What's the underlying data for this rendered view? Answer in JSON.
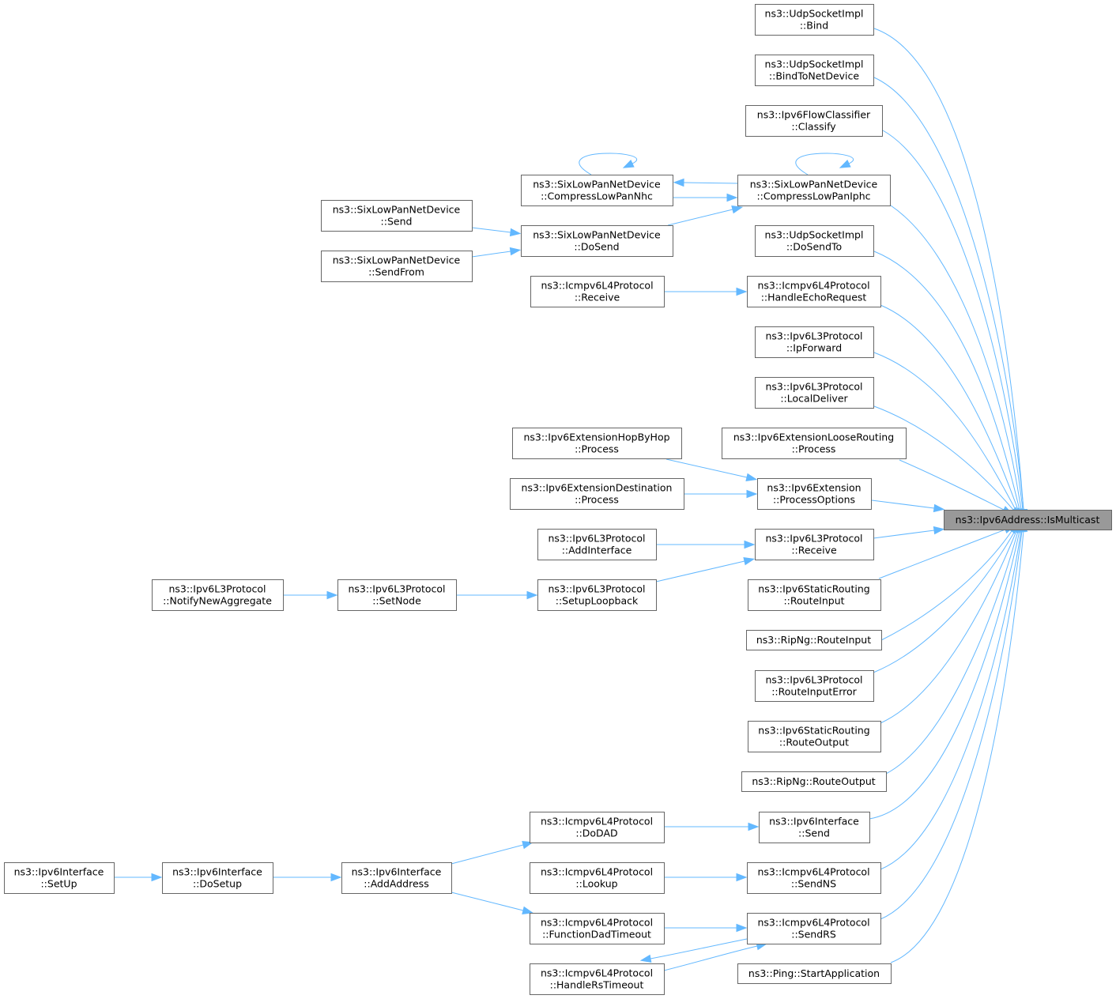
{
  "diagram": {
    "type": "caller-graph",
    "colors": {
      "edge": "#63b8ff",
      "node_border": "#666666",
      "target_fill": "#999999",
      "node_fill": "#ffffff"
    },
    "target": "ns3::Ipv6Address::IsMulticast",
    "nodes": [
      {
        "id": "target",
        "lines": [
          "ns3::Ipv6Address::IsMulticast"
        ]
      },
      {
        "id": "udp_bind",
        "lines": [
          "ns3::UdpSocketImpl",
          "::Bind"
        ]
      },
      {
        "id": "udp_bindtonet",
        "lines": [
          "ns3::UdpSocketImpl",
          "::BindToNetDevice"
        ]
      },
      {
        "id": "flow_classify",
        "lines": [
          "ns3::Ipv6FlowClassifier",
          "::Classify"
        ]
      },
      {
        "id": "compress_iphc",
        "lines": [
          "ns3::SixLowPanNetDevice",
          "::CompressLowPanIphc"
        ]
      },
      {
        "id": "compress_nhc",
        "lines": [
          "ns3::SixLowPanNetDevice",
          "::CompressLowPanNhc"
        ]
      },
      {
        "id": "sixlow_dosend",
        "lines": [
          "ns3::SixLowPanNetDevice",
          "::DoSend"
        ]
      },
      {
        "id": "sixlow_send",
        "lines": [
          "ns3::SixLowPanNetDevice",
          "::Send"
        ]
      },
      {
        "id": "sixlow_sendfrom",
        "lines": [
          "ns3::SixLowPanNetDevice",
          "::SendFrom"
        ]
      },
      {
        "id": "udp_dosendto",
        "lines": [
          "ns3::UdpSocketImpl",
          "::DoSendTo"
        ]
      },
      {
        "id": "icmp_echo",
        "lines": [
          "ns3::Icmpv6L4Protocol",
          "::HandleEchoRequest"
        ]
      },
      {
        "id": "icmp_receive",
        "lines": [
          "ns3::Icmpv6L4Protocol",
          "::Receive"
        ]
      },
      {
        "id": "l3_ipforward",
        "lines": [
          "ns3::Ipv6L3Protocol",
          "::IpForward"
        ]
      },
      {
        "id": "l3_localdeliver",
        "lines": [
          "ns3::Ipv6L3Protocol",
          "::LocalDeliver"
        ]
      },
      {
        "id": "ext_loose",
        "lines": [
          "ns3::Ipv6ExtensionLooseRouting",
          "::Process"
        ]
      },
      {
        "id": "ext_hop",
        "lines": [
          "ns3::Ipv6ExtensionHopByHop",
          "::Process"
        ]
      },
      {
        "id": "ext_dest",
        "lines": [
          "ns3::Ipv6ExtensionDestination",
          "::Process"
        ]
      },
      {
        "id": "ext_procopts",
        "lines": [
          "ns3::Ipv6Extension",
          "::ProcessOptions"
        ]
      },
      {
        "id": "l3_receive",
        "lines": [
          "ns3::Ipv6L3Protocol",
          "::Receive"
        ]
      },
      {
        "id": "l3_addif",
        "lines": [
          "ns3::Ipv6L3Protocol",
          "::AddInterface"
        ]
      },
      {
        "id": "l3_setuplo",
        "lines": [
          "ns3::Ipv6L3Protocol",
          "::SetupLoopback"
        ]
      },
      {
        "id": "l3_setnode",
        "lines": [
          "ns3::Ipv6L3Protocol",
          "::SetNode"
        ]
      },
      {
        "id": "l3_notify",
        "lines": [
          "ns3::Ipv6L3Protocol",
          "::NotifyNewAggregate"
        ]
      },
      {
        "id": "static_routein",
        "lines": [
          "ns3::Ipv6StaticRouting",
          "::RouteInput"
        ]
      },
      {
        "id": "ripng_routein",
        "lines": [
          "ns3::RipNg::RouteInput"
        ]
      },
      {
        "id": "l3_routeinerr",
        "lines": [
          "ns3::Ipv6L3Protocol",
          "::RouteInputError"
        ]
      },
      {
        "id": "static_routeout",
        "lines": [
          "ns3::Ipv6StaticRouting",
          "::RouteOutput"
        ]
      },
      {
        "id": "ripng_routeout",
        "lines": [
          "ns3::RipNg::RouteOutput"
        ]
      },
      {
        "id": "if_send",
        "lines": [
          "ns3::Ipv6Interface",
          "::Send"
        ]
      },
      {
        "id": "icmp_dodad",
        "lines": [
          "ns3::Icmpv6L4Protocol",
          "::DoDAD"
        ]
      },
      {
        "id": "icmp_sendns",
        "lines": [
          "ns3::Icmpv6L4Protocol",
          "::SendNS"
        ]
      },
      {
        "id": "icmp_lookup",
        "lines": [
          "ns3::Icmpv6L4Protocol",
          "::Lookup"
        ]
      },
      {
        "id": "icmp_sendrs",
        "lines": [
          "ns3::Icmpv6L4Protocol",
          "::SendRS"
        ]
      },
      {
        "id": "icmp_funcdad",
        "lines": [
          "ns3::Icmpv6L4Protocol",
          "::FunctionDadTimeout"
        ]
      },
      {
        "id": "icmp_rstimeout",
        "lines": [
          "ns3::Icmpv6L4Protocol",
          "::HandleRsTimeout"
        ]
      },
      {
        "id": "ping_start",
        "lines": [
          "ns3::Ping::StartApplication"
        ]
      },
      {
        "id": "if_addaddr",
        "lines": [
          "ns3::Ipv6Interface",
          "::AddAddress"
        ]
      },
      {
        "id": "if_dosetup",
        "lines": [
          "ns3::Ipv6Interface",
          "::DoSetup"
        ]
      },
      {
        "id": "if_setup",
        "lines": [
          "ns3::Ipv6Interface",
          "::SetUp"
        ]
      }
    ],
    "edges": [
      {
        "from": "udp_bind",
        "to": "target"
      },
      {
        "from": "udp_bindtonet",
        "to": "target"
      },
      {
        "from": "flow_classify",
        "to": "target"
      },
      {
        "from": "compress_iphc",
        "to": "target"
      },
      {
        "from": "compress_iphc",
        "to": "compress_iphc"
      },
      {
        "from": "compress_iphc",
        "to": "compress_nhc"
      },
      {
        "from": "compress_nhc",
        "to": "compress_iphc"
      },
      {
        "from": "compress_nhc",
        "to": "compress_nhc"
      },
      {
        "from": "sixlow_dosend",
        "to": "compress_iphc"
      },
      {
        "from": "sixlow_send",
        "to": "sixlow_dosend"
      },
      {
        "from": "sixlow_sendfrom",
        "to": "sixlow_dosend"
      },
      {
        "from": "udp_dosendto",
        "to": "target"
      },
      {
        "from": "icmp_echo",
        "to": "target"
      },
      {
        "from": "icmp_receive",
        "to": "icmp_echo"
      },
      {
        "from": "l3_ipforward",
        "to": "target"
      },
      {
        "from": "l3_localdeliver",
        "to": "target"
      },
      {
        "from": "ext_loose",
        "to": "target"
      },
      {
        "from": "ext_procopts",
        "to": "target"
      },
      {
        "from": "ext_hop",
        "to": "ext_procopts"
      },
      {
        "from": "ext_dest",
        "to": "ext_procopts"
      },
      {
        "from": "l3_receive",
        "to": "target"
      },
      {
        "from": "l3_addif",
        "to": "l3_receive"
      },
      {
        "from": "l3_setuplo",
        "to": "l3_receive"
      },
      {
        "from": "l3_setnode",
        "to": "l3_setuplo"
      },
      {
        "from": "l3_notify",
        "to": "l3_setnode"
      },
      {
        "from": "static_routein",
        "to": "target"
      },
      {
        "from": "ripng_routein",
        "to": "target"
      },
      {
        "from": "l3_routeinerr",
        "to": "target"
      },
      {
        "from": "static_routeout",
        "to": "target"
      },
      {
        "from": "ripng_routeout",
        "to": "target"
      },
      {
        "from": "if_send",
        "to": "target"
      },
      {
        "from": "icmp_dodad",
        "to": "if_send"
      },
      {
        "from": "icmp_sendns",
        "to": "target"
      },
      {
        "from": "icmp_lookup",
        "to": "icmp_sendns"
      },
      {
        "from": "icmp_sendrs",
        "to": "target"
      },
      {
        "from": "icmp_funcdad",
        "to": "icmp_sendrs"
      },
      {
        "from": "icmp_rstimeout",
        "to": "icmp_sendrs"
      },
      {
        "from": "icmp_sendrs",
        "to": "icmp_rstimeout"
      },
      {
        "from": "ping_start",
        "to": "target"
      },
      {
        "from": "if_addaddr",
        "to": "icmp_dodad"
      },
      {
        "from": "if_addaddr",
        "to": "icmp_funcdad"
      },
      {
        "from": "if_dosetup",
        "to": "if_addaddr"
      },
      {
        "from": "if_setup",
        "to": "if_dosetup"
      }
    ]
  }
}
